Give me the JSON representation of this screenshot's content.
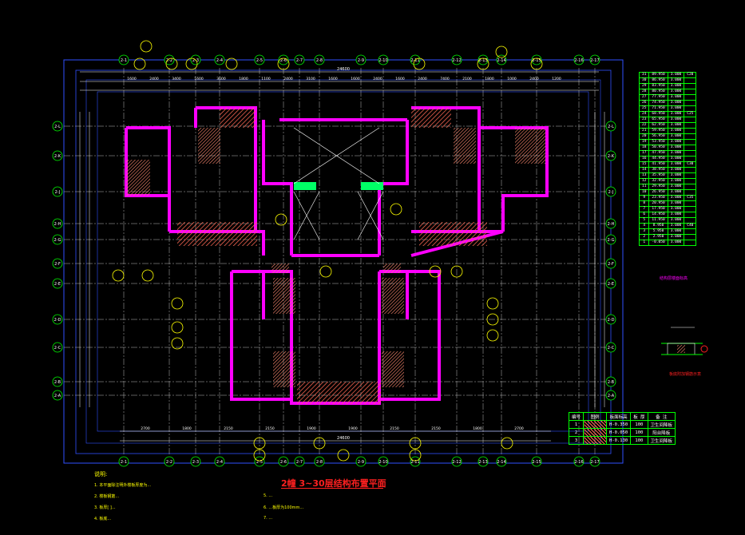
{
  "drawing": {
    "title": "2幢 3~30层结构布置平面",
    "notes_heading": "说明:",
    "notes_left": [
      "1. 本平面除注明外楼板厚度为...",
      "2. 楼板钢筋...",
      "3. 板厚[ ]...",
      "4. 板底..."
    ],
    "notes_right": [
      "5. ...",
      "6. ...板厚为100mm...",
      "7. ..."
    ]
  },
  "dimensions_top": [
    "1600",
    "2400",
    "3400",
    "1600",
    "3600",
    "1800",
    "1100",
    "2400",
    "3100",
    "1600",
    "1600",
    "2400",
    "1600",
    "2400",
    "7400",
    "2100",
    "1800",
    "1000",
    "2400",
    "1200"
  ],
  "dimensions_top_total": "24600",
  "dimensions_bottom": [
    "2700",
    "1800",
    "2150",
    "2150",
    "1900",
    "1900",
    "2150",
    "2150",
    "1800",
    "2700"
  ],
  "dimensions_bottom_total": "24600",
  "axis_labels_top": [
    "2-1",
    "2-2",
    "2-3",
    "2-4",
    "2-5",
    "2-6",
    "2-7",
    "2-8",
    "2-9",
    "2-10",
    "2-11",
    "2-12",
    "2-13",
    "2-14",
    "2-15",
    "2-16",
    "2-17"
  ],
  "axis_labels_bottom": [
    "2-1",
    "2-2",
    "2-3",
    "2-4",
    "2-5",
    "2-6",
    "2-7",
    "2-8",
    "2-9",
    "2-10",
    "2-11",
    "2-12",
    "2-13",
    "2-14",
    "2-15",
    "2-16",
    "2-17"
  ],
  "axis_labels_left": [
    "2-L",
    "2-K",
    "2-J",
    "2-H",
    "2-G",
    "2-F",
    "2-E",
    "2-D",
    "2-C",
    "2-B",
    "2-A"
  ],
  "axis_labels_right": [
    "2-L",
    "2-K",
    "2-J",
    "2-H",
    "2-G",
    "2-F",
    "2-E",
    "2-D",
    "2-C",
    "2-B",
    "2-A"
  ],
  "floor_table": {
    "rows": [
      [
        "31",
        "89.950",
        "3.000",
        "C20"
      ],
      [
        "30",
        "86.950",
        "3.000",
        ""
      ],
      [
        "29",
        "83.950",
        "3.000",
        ""
      ],
      [
        "28",
        "80.950",
        "3.000",
        ""
      ],
      [
        "27",
        "77.950",
        "3.000",
        ""
      ],
      [
        "26",
        "74.950",
        "3.000",
        ""
      ],
      [
        "25",
        "71.950",
        "3.000",
        ""
      ],
      [
        "24",
        "68.950",
        "3.000",
        "C25"
      ],
      [
        "23",
        "65.950",
        "3.000",
        ""
      ],
      [
        "22",
        "62.950",
        "3.000",
        ""
      ],
      [
        "21",
        "59.950",
        "3.000",
        ""
      ],
      [
        "20",
        "56.950",
        "3.000",
        ""
      ],
      [
        "19",
        "53.950",
        "3.000",
        ""
      ],
      [
        "18",
        "50.950",
        "3.000",
        ""
      ],
      [
        "17",
        "47.950",
        "3.000",
        ""
      ],
      [
        "16",
        "44.950",
        "3.000",
        ""
      ],
      [
        "15",
        "41.950",
        "3.000",
        "C30"
      ],
      [
        "14",
        "38.950",
        "3.000",
        ""
      ],
      [
        "13",
        "35.950",
        "3.000",
        ""
      ],
      [
        "12",
        "32.950",
        "3.000",
        ""
      ],
      [
        "11",
        "29.950",
        "3.000",
        ""
      ],
      [
        "10",
        "26.950",
        "3.000",
        ""
      ],
      [
        "9",
        "23.950",
        "3.000",
        "C35"
      ],
      [
        "8",
        "20.950",
        "3.000",
        ""
      ],
      [
        "7",
        "17.950",
        "3.000",
        ""
      ],
      [
        "6",
        "14.950",
        "3.000",
        ""
      ],
      [
        "5",
        "11.950",
        "3.000",
        ""
      ],
      [
        "4",
        "8.950",
        "3.000",
        "C40"
      ],
      [
        "3",
        "5.950",
        "3.000",
        ""
      ],
      [
        "2",
        "2.950",
        "3.000",
        ""
      ],
      [
        "1",
        "-0.050",
        "3.000",
        ""
      ]
    ],
    "caption": "结构层楼面标高"
  },
  "detail_caption": "板底附加钢筋示意",
  "legend_table": {
    "header": [
      "编号",
      "图例",
      "板面标高",
      "板 厚",
      "备 注"
    ],
    "rows": [
      [
        "1",
        "",
        "H-0.350",
        "100",
        "卫生间降板"
      ],
      [
        "2",
        "",
        "H-0.050",
        "100",
        "阳台降板"
      ],
      [
        "3",
        "",
        "H-0.130",
        "100",
        "卫生间降板"
      ]
    ]
  },
  "colors": {
    "background": "#000000",
    "wall": "#ff00ff",
    "axis": "#ffffff",
    "dimension": "#00ff00",
    "hatch": "#ff6a55",
    "red": "#ff2020",
    "yellow": "#ffff00",
    "green_fill": "#00ff66"
  }
}
